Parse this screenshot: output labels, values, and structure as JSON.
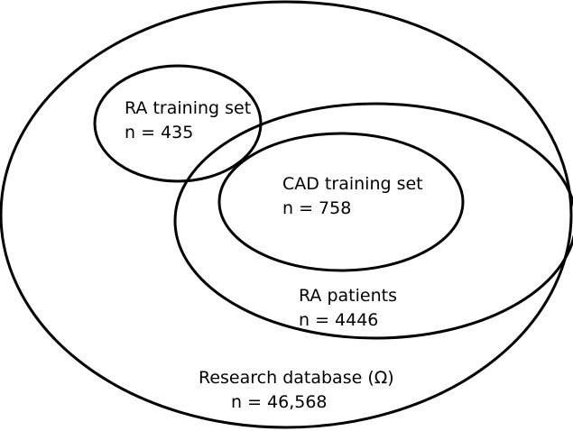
{
  "sets": [
    {
      "id": "research-database",
      "label": "Research database (Ω)",
      "count": "n = 46,568"
    },
    {
      "id": "ra-patients",
      "label": "RA patients",
      "count": "n = 4446"
    },
    {
      "id": "cad-training-set",
      "label": "CAD training set",
      "count": "n = 758"
    },
    {
      "id": "ra-training-set",
      "label": "RA training set",
      "count": "n = 435"
    }
  ],
  "colors": {
    "stroke": "#000000",
    "background": "#ffffff"
  }
}
